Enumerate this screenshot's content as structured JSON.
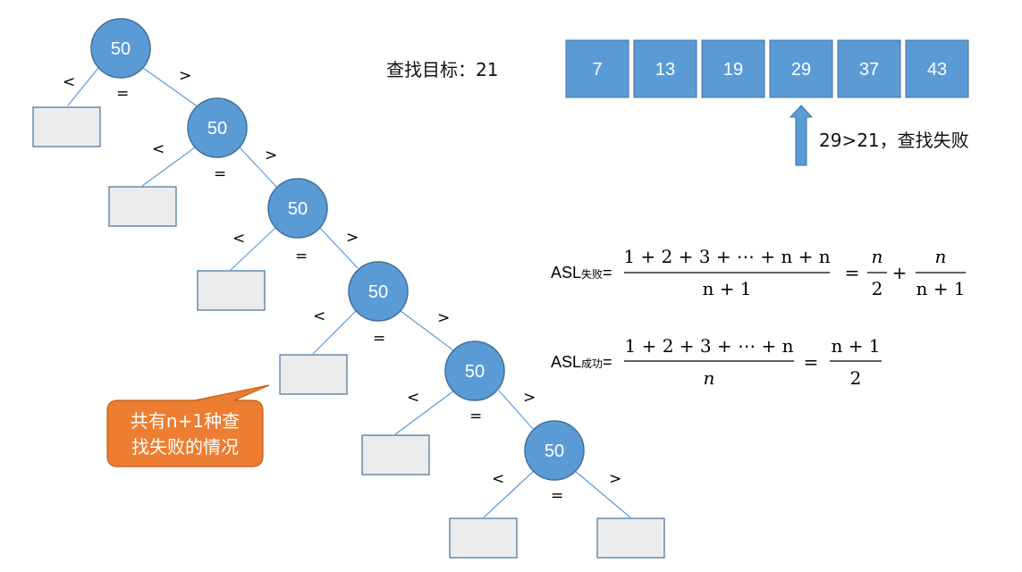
{
  "tree": {
    "node_label": "50",
    "lt": "<",
    "eq": "=",
    "gt": ">"
  },
  "search": {
    "target_label": "查找目标：21",
    "array": [
      "7",
      "13",
      "19",
      "29",
      "37",
      "43"
    ],
    "note": "29>21，查找失败"
  },
  "callout": {
    "line1": "共有n+1种查",
    "line2": "找失败的情况"
  },
  "formulas": {
    "fail": {
      "prefix": "ASL",
      "sub": "失败",
      "eq": "=",
      "numerator": "1 + 2 + 3 + ⋯ + n + n",
      "denominator": "n + 1",
      "eq2": "=",
      "t1_num": "n",
      "t1_den": "2",
      "plus": "+",
      "t2_num": "n",
      "t2_den": "n + 1"
    },
    "success": {
      "prefix": "ASL",
      "sub": "成功",
      "eq": "=",
      "numerator": "1 + 2 + 3 + ⋯ + n",
      "denominator": "n",
      "eq2": "=",
      "r_num": "n + 1",
      "r_den": "2"
    }
  },
  "colors": {
    "node_fill": "#5b9bd5",
    "leaf_fill": "#ececec",
    "callout_fill": "#ed7d31"
  }
}
